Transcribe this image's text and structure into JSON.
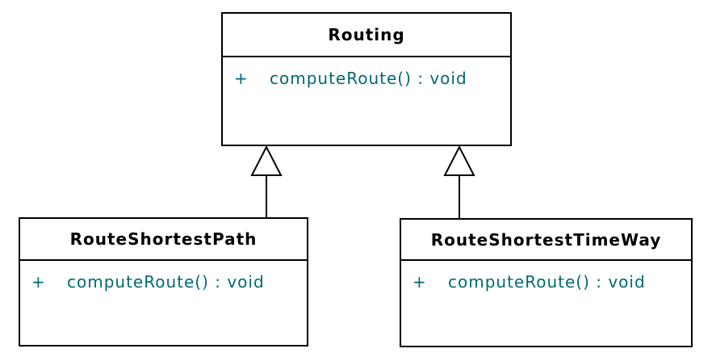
{
  "diagram": {
    "type": "uml-class-diagram",
    "classes": [
      {
        "name": "Routing",
        "methods": [
          {
            "visibility": "+",
            "signature": "computeRoute() : void"
          }
        ]
      },
      {
        "name": "RouteShortestPath",
        "methods": [
          {
            "visibility": "+",
            "signature": "computeRoute() : void"
          }
        ]
      },
      {
        "name": "RouteShortestTimeWay",
        "methods": [
          {
            "visibility": "+",
            "signature": "computeRoute() : void"
          }
        ]
      }
    ],
    "relations": [
      {
        "type": "generalization",
        "from": "RouteShortestPath",
        "to": "Routing"
      },
      {
        "type": "generalization",
        "from": "RouteShortestTimeWay",
        "to": "Routing"
      }
    ],
    "colors": {
      "background": "#ffffff",
      "border": "#000000",
      "class_name_text": "#000000",
      "method_text": "#006972"
    }
  }
}
